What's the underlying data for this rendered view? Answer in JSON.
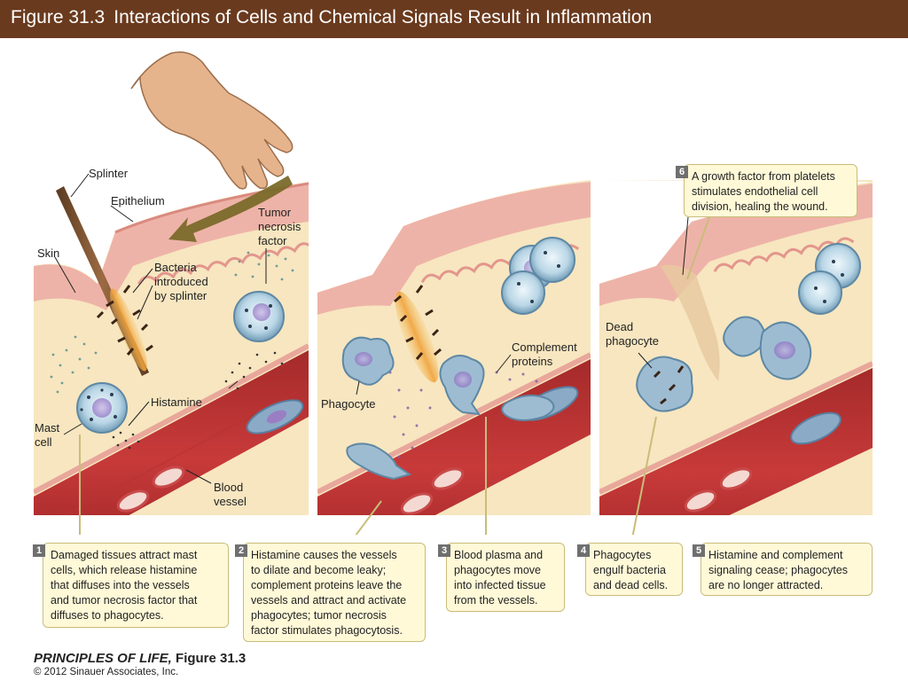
{
  "header": {
    "figure_number": "Figure 31.3",
    "title": "Interactions of Cells and Chemical Signals Result in Inflammation"
  },
  "labels": {
    "splinter": "Splinter",
    "epithelium": "Epithelium",
    "skin": "Skin",
    "tnf": [
      "Tumor",
      "necrosis",
      "factor"
    ],
    "bacteria": [
      "Bacteria",
      "introduced",
      "by splinter"
    ],
    "histamine": "Histamine",
    "mast_cell": [
      "Mast",
      "cell"
    ],
    "blood_vessel": [
      "Blood",
      "vessel"
    ],
    "phagocyte": "Phagocyte",
    "complement": [
      "Complement",
      "proteins"
    ],
    "dead_phagocyte": [
      "Dead",
      "phagocyte"
    ]
  },
  "steps": [
    {
      "number": "1",
      "lines": [
        "Damaged tissues attract mast",
        "cells, which release histamine",
        "that diffuses into the vessels",
        "and tumor necrosis factor that",
        "diffuses to phagocytes."
      ]
    },
    {
      "number": "2",
      "lines": [
        "Histamine causes the vessels",
        "to dilate and become leaky;",
        "complement proteins leave the",
        "vessels and attract and activate",
        "phagocytes; tumor necrosis",
        "factor stimulates phagocytosis."
      ]
    },
    {
      "number": "3",
      "lines": [
        "Blood plasma and",
        "phagocytes move",
        "into infected tissue",
        "from the vessels."
      ]
    },
    {
      "number": "4",
      "lines": [
        "Phagocytes",
        "engulf bacteria",
        "and dead cells."
      ]
    },
    {
      "number": "5",
      "lines": [
        "Histamine and complement",
        "signaling cease; phagocytes",
        "are no longer attracted."
      ]
    },
    {
      "number": "6",
      "lines": [
        "A growth factor from platelets",
        "stimulates endothelial cell",
        "division, healing the wound."
      ]
    }
  ],
  "footer": {
    "book": "PRINCIPLES OF LIFE,",
    "figure": "Figure 31.3",
    "copyright": "© 2012 Sinauer Associates, Inc."
  }
}
